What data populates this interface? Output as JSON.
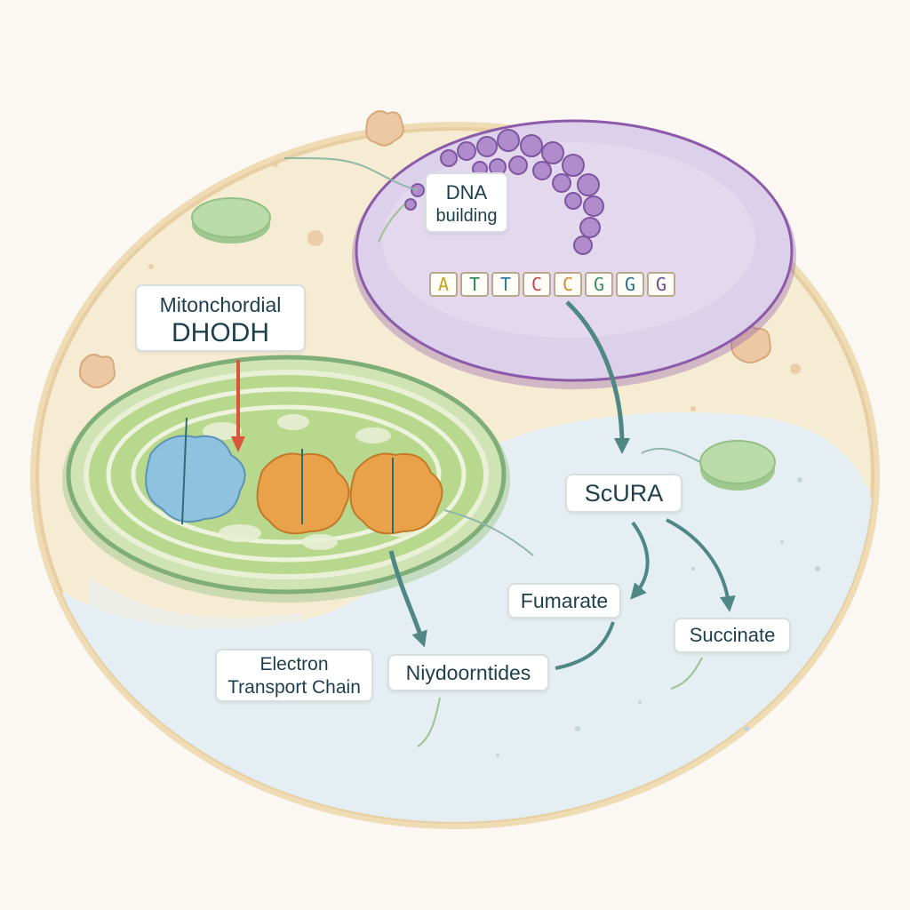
{
  "labels": {
    "dna_line1": "DNA",
    "dna_line2": "building",
    "dhodh_line1": "Mitonchordial",
    "dhodh_line2": "DHODH",
    "scura": "ScURA",
    "fumarate": "Fumarate",
    "succinate": "Succinate",
    "etc_line1": "Electron",
    "etc_line2": "Transport Chain",
    "nucleotides": "Niydoorntides"
  },
  "dna_sequence": [
    {
      "letter": "A",
      "color": "#c7a21a"
    },
    {
      "letter": "T",
      "color": "#2f8a5a"
    },
    {
      "letter": "T",
      "color": "#2f7aa0"
    },
    {
      "letter": "C",
      "color": "#c54848"
    },
    {
      "letter": "C",
      "color": "#d98a2b"
    },
    {
      "letter": "G",
      "color": "#3a8c6e"
    },
    {
      "letter": "G",
      "color": "#2c6d8c"
    },
    {
      "letter": "G",
      "color": "#6a4c9a"
    }
  ],
  "colors": {
    "cell_fill": "#f6ecd3",
    "cell_border": "#e7cfa3",
    "nucleus_fill": "#ddd0ea",
    "nucleus_border": "#8b5aa8",
    "mito_fill": "#b8d88e",
    "mito_border": "#7fae78",
    "cytosol_fill": "#e4eef3",
    "arrow": "#4f8784",
    "dhodh_arrow": "#d9563a",
    "complex_blue": "#8fc2df",
    "complex_orange": "#e9a24a"
  }
}
